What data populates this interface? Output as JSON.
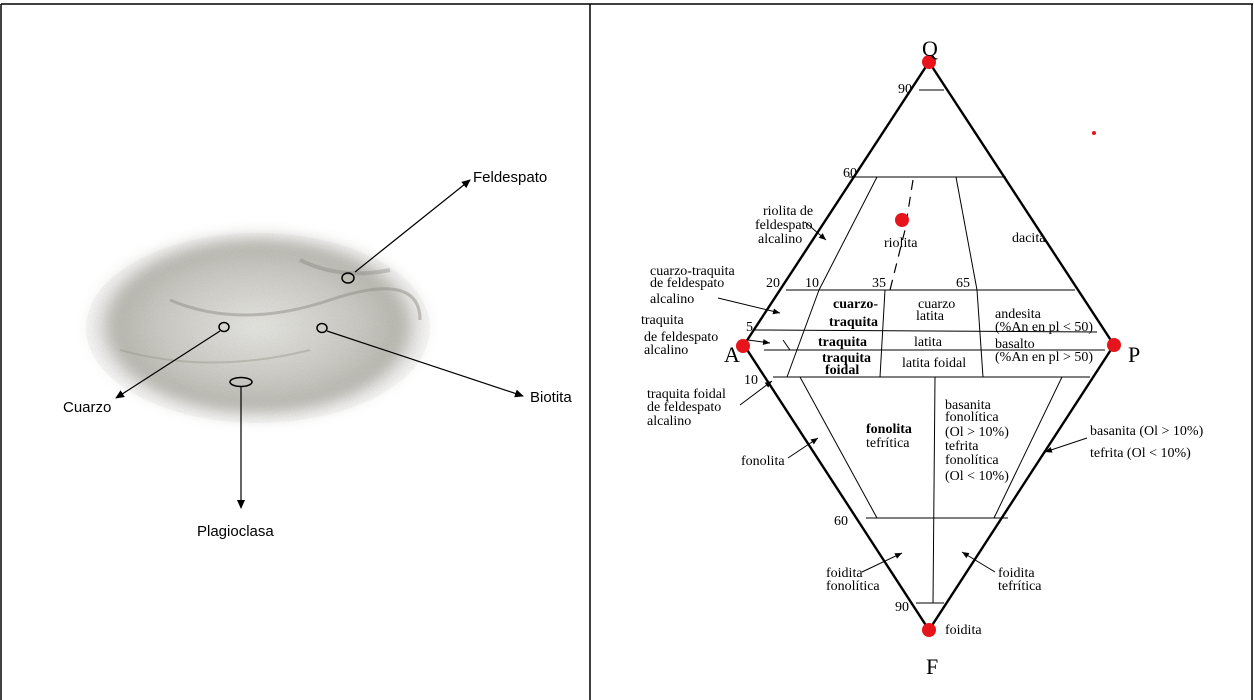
{
  "left_panel": {
    "labels": {
      "feldespato": "Feldespato",
      "cuarzo": "Cuarzo",
      "biotita": "Biotita",
      "plagioclasa": "Plagioclasa"
    }
  },
  "right_panel": {
    "vertices": {
      "q": "Q",
      "a": "A",
      "p": "P",
      "f": "F"
    },
    "ticks": {
      "q90": "90",
      "q60": "60",
      "q20": "20",
      "q5": "5",
      "f10": "10",
      "f60": "60",
      "f90": "90",
      "p10": "10",
      "p35": "35",
      "p65": "65"
    },
    "fields": {
      "riolita_fa": [
        "riolita de",
        "feldespato",
        "alcalino"
      ],
      "riolita": "riolita",
      "dacita": "dacita",
      "cuarzo_traquita_fa": [
        "cuarzo-traquita",
        "de feldespato",
        "alcalino"
      ],
      "cuarzo_traquita": [
        "cuarzo-",
        "traquita"
      ],
      "cuarzo_latita": [
        "cuarzo",
        "latita"
      ],
      "andesita": [
        "andesita",
        "(%An en pl < 50)"
      ],
      "traquita_fa": [
        "traquita",
        "de feldespato",
        "alcalino"
      ],
      "traquita": "traquita",
      "latita": "latita",
      "basalto": [
        "basalto",
        "(%An en pl > 50)"
      ],
      "traquita_foidal": [
        "traquita",
        "foidal"
      ],
      "latita_foidal": "latita foidal",
      "traquita_foidal_fa": [
        "traquita foidal",
        "de feldespato",
        "alcalino"
      ],
      "fonolita": "fonolita",
      "fonolita_tefritica": [
        "fonolita",
        "tefrítica"
      ],
      "basanita_fonolitica": [
        "basanita",
        "fonolítica",
        "(Ol > 10%)",
        "tefrita",
        "fonolítica",
        "(Ol < 10%)"
      ],
      "basanita_tefrita": [
        "basanita (Ol > 10%)",
        "tefrita (Ol < 10%)"
      ],
      "foidita_fonolitica": [
        "foidita",
        "fonolítica"
      ],
      "foidita_tefritica": [
        "foidita",
        "tefrítica"
      ],
      "foidita": "foidita"
    }
  },
  "colors": {
    "marker": "#e8141b",
    "border": "#000000"
  }
}
